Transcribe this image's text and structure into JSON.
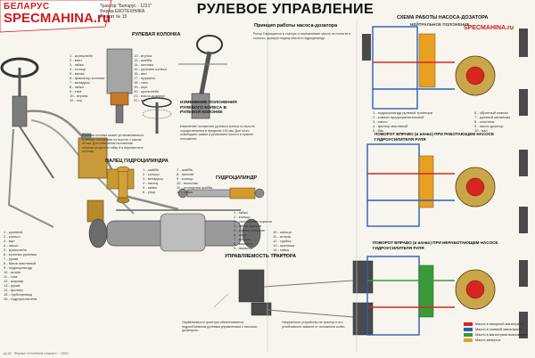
{
  "brand": {
    "line1": "БЕЛАРУС",
    "line2": "SPECMAHINA.ru"
  },
  "header_info": [
    "Трактор \"Беларус - 1221\"",
    "Фирма ЕКОТЕХНИКА",
    "Плакат № 15"
  ],
  "title": "РУЛЕВОЕ УПРАВЛЕНИЕ",
  "watermark": "SPECMAHINA.ru",
  "sections": {
    "steering_column": "РУЛЕВАЯ КОЛОНКА",
    "wheel_change": "ИЗМЕНЕНИЕ ПОЛОЖЕНИЯ РУЛЕВОГО КОЛЕСА В РУЛЕВОЙ КОЛОНКЕ",
    "principle": "Принцип работы насоса-дозатора",
    "pump_scheme": "СХЕМА РАБОТЫ НАСОСА-ДОЗАТОРА",
    "neutral": "НЕЙТРАЛЬНОЕ ПОЛОЖЕНИЕ",
    "cylinder_finger": "ПАЛЕЦ ГИДРОЦИЛИНДРА",
    "cylinder": "ГИДРОЦИЛИНДР",
    "manageability": "УПРАВЛЯЕМОСТЬ ТРАКТОРА",
    "turn_working": "ПОВОРОТ ВПРАВО (и влево) ПРИ РАБОТАЮЩЕМ НАСОСЕ ГИДРОУСИЛИТЕЛЯ РУЛЯ",
    "turn_not_working": "ПОВОРОТ ВПРАВО (и влево) ПРИ НЕРАБОТАЮЩЕМ НАСОСЕ ГИДРОУСИЛИТЕЛЯ РУЛЯ"
  },
  "column_legend": [
    "1 - кронштейн",
    "2 - винт",
    "3 - гайка",
    "4 - стопор",
    "5 - вилка",
    "6 - фиксатор колонки",
    "7 - вкладыш",
    "8 - гайка",
    "9 - тяга",
    "10 - втулка",
    "11 - ось"
  ],
  "column_legend2": [
    "12 - втулка",
    "13 - шайба",
    "14 - шпонка",
    "15 - рулевое колесо",
    "16 - вал",
    "17 - пружина",
    "18 - тяга",
    "19 - шуп",
    "20 - кронштейн",
    "21 - насос-дозатор",
    "22 - вал"
  ],
  "left_legend": [
    "1 - рулевой",
    "2 - колесо",
    "3 - вал",
    "4 - насос",
    "5 - кронштейн",
    "6 - колонка рулевая",
    "7 - рукав",
    "8 - бачок масляный",
    "9 - гидроцилиндр",
    "10 - шланг",
    "11 - тяга",
    "12 - шарнир",
    "13 - рукав",
    "14 - фильтр",
    "15 - трубопровод",
    "16 - гидроусилитель"
  ],
  "finger_legend": [
    "1 - шайба",
    "2 - кольцо",
    "3 - вкладыш",
    "4 - палец",
    "5 - гайка",
    "6 - упор"
  ],
  "finger_legend2": [
    "7 - шайба",
    "8 - шплинт",
    "9 - кольцо",
    "10 - пыльник",
    "11 - стопорная шайба",
    "12 - гайка"
  ],
  "cylinder_legend": [
    "1 - гайка",
    "2 - кольцо",
    "3 - уплотнение поршня",
    "4 - гайка поршня",
    "5 - кольцо упорное",
    "6 - шток",
    "7 - кольцо",
    "8 - манжета",
    "9 - пыльник"
  ],
  "cylinder_legend2": [
    "10 - кольцо",
    "11 - гильза",
    "12 - трубка",
    "13 - шпилька",
    "14 - гайка",
    "15 - ушко"
  ],
  "pump_legend": [
    "1 - гидроцилиндр рулевой трапеции",
    "2 - клапан предохранительный",
    "3 - насос",
    "4 - фильтр масляный",
    "5 - бак"
  ],
  "pump_legend2": [
    "6 - обратный клапан",
    "7 - рулевой механизм",
    "8 - золотник",
    "9 - насос-дозатор",
    "10 - вал"
  ],
  "key": [
    {
      "label": "Масло в напорной магистрали",
      "color": "#d6261f"
    },
    {
      "label": "Масло в сливной магистрали",
      "color": "#2a5fb8"
    },
    {
      "label": "Масло в магистрали всасывания",
      "color": "#3a9a3a"
    },
    {
      "label": "Масло запертое",
      "color": "#e8a020"
    }
  ],
  "notes": {
    "column": "Рулевая колонка может устанавливаться в четыре положения по высоте с шагом 40 мм. Для изменения положения колонки отпустите гайку 8 и переместите колонку.",
    "principle": "Ротор 9 вращается в статоре и перекачивает масло из полости в полость, дозируя подачу масла в гидроцилиндр.",
    "wheel": "Изменение положения рулевого колеса по высоте осуществляется в пределах 100 мм. Для этого освободите зажим и установите колесо в нужное положение.",
    "manageability": "Управляемость трактора обеспечивается гидрообъёмным рулевым управлением с насосом-дозатором.",
    "bottom": "Нагрузочное устройство на трактор и его устойчивость зависят от положения колёс."
  },
  "footer": "Д-18 · Фирма «Учебный плакат» · 1999"
}
